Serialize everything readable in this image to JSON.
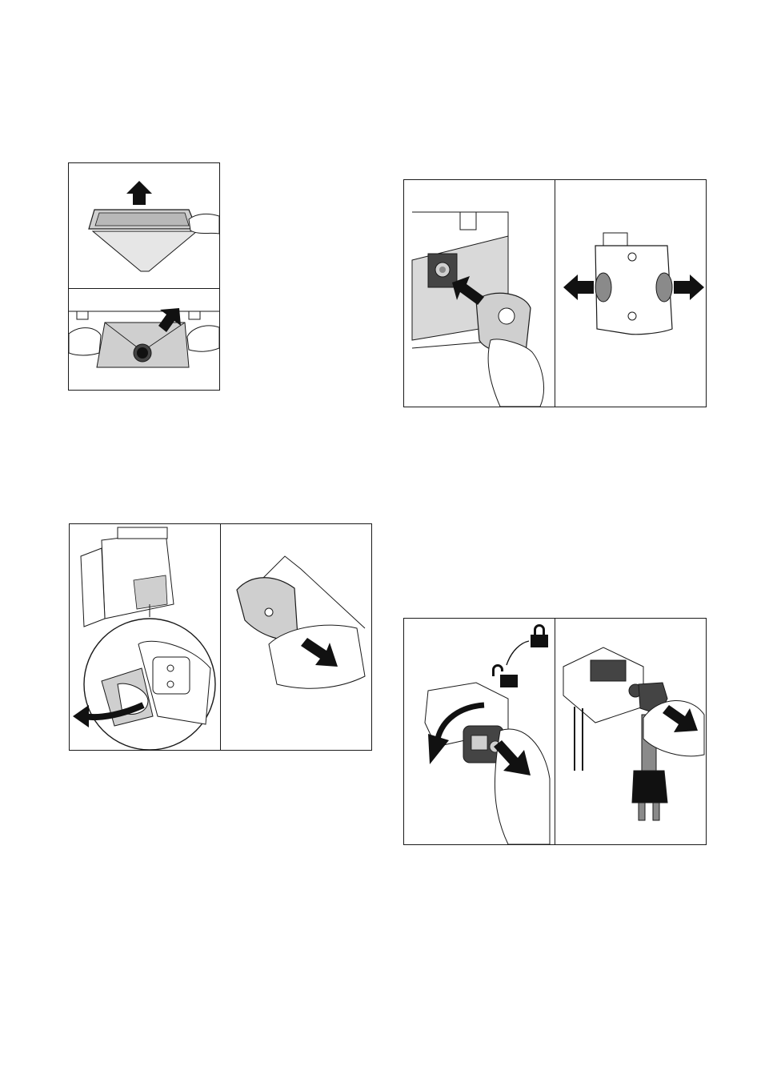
{
  "page": {
    "background": "#ffffff",
    "line_color": "#1a1a1a",
    "part_fill": "#cfcfcf",
    "part_dark": "#8a8a8a",
    "arrow_color": "#111111"
  },
  "figures": [
    {
      "id": "fig-dispenser-tray",
      "panels": [
        "lift-tray-up-arrow-icon",
        "pull-drip-plate-arrow-icon"
      ]
    },
    {
      "id": "fig-brew-unit-insert",
      "panels": [
        "insert-brew-unit-arrow-icon",
        "press-side-buttons-arrow-icon"
      ]
    },
    {
      "id": "fig-open-service-door",
      "panels": [
        "open-door-arrow-icon",
        "pull-brew-unit-arrow-icon"
      ]
    },
    {
      "id": "fig-remove-grinder-plug",
      "panels": [
        "unlock-rotate-arrow-icon",
        "pull-plug-arrow-icon"
      ]
    }
  ]
}
